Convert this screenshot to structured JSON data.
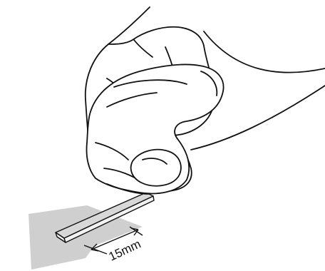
{
  "illustration": {
    "dimension_label": "15mm",
    "colors": {
      "line": "#111111",
      "panel": "#cfcfcf",
      "strip_top": "#d8d8d8",
      "strip_edge": "#f2f2f2",
      "background": "#ffffff"
    },
    "icons": [
      "hand-with-cloth-illustration",
      "card-panel",
      "tape-strip",
      "dimension-arrow"
    ]
  }
}
